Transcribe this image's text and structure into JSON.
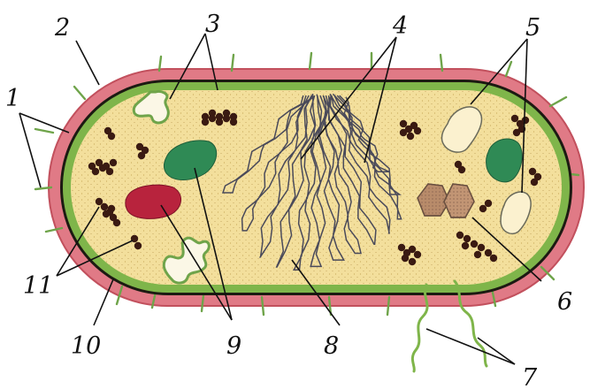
{
  "labels": {
    "l1": "1",
    "l2": "2",
    "l3": "3",
    "l4": "4",
    "l5": "5",
    "l6": "6",
    "l7": "7",
    "l8": "8",
    "l9": "9",
    "l10": "10",
    "l11": "11"
  },
  "colors": {
    "capsule": "#e07a86",
    "capsule_edge": "#c2505d",
    "cell_wall": "#1c1a12",
    "membrane": "#7fb54a",
    "cytoplasm": "#f3df9c",
    "nucleoid": "#4a4a5a",
    "ribosome": "#3a1a12",
    "inclusion_green": "#2f8a55",
    "inclusion_red": "#b8233d",
    "vacuole_fill": "#fbf1cf",
    "spore": "#b88b6a",
    "pili": "#6fa44a",
    "flagella": "#7fb54a"
  },
  "icons": {
    "capsule": "capsule-icon",
    "cell-wall": "cell-wall-icon",
    "mesosome": "mesosome-icon",
    "nucleoid": "nucleoid-icon",
    "vacuole": "vacuole-icon",
    "spore": "spore-icon",
    "flagellum": "flagellum-icon",
    "cytoplasm": "cytoplasm-icon",
    "inclusion": "inclusion-icon",
    "membrane": "membrane-icon",
    "ribosome": "ribosome-icon"
  }
}
